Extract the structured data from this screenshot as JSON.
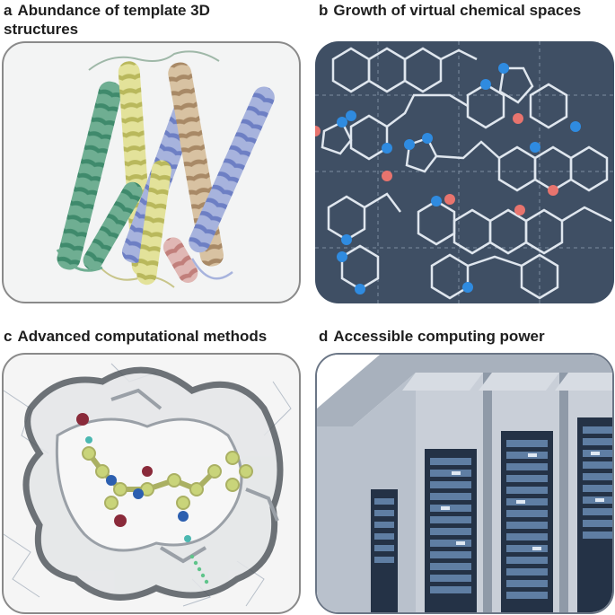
{
  "panels": [
    {
      "letter": "a",
      "title_line1": "Abundance of template 3D",
      "title_line2": "structures"
    },
    {
      "letter": "b",
      "title": "Growth of virtual chemical spaces"
    },
    {
      "letter": "c",
      "title": "Advanced computational methods"
    },
    {
      "letter": "d",
      "title": "Accessible computing power"
    }
  ],
  "colors": {
    "title_text": "#1e1e1e",
    "panel_border": "#8a8a8a",
    "chem_background": "#3f4f64",
    "chem_bond": "#dfe6ee",
    "atom_blue": "#2f8be0",
    "atom_red": "#e8746e",
    "ligand_green": "#c9d47a",
    "server_front": "#c9cfd8",
    "server_rack": "#243246"
  },
  "icons": [
    "protein-helix-icon",
    "molecule-network-icon",
    "docking-pocket-icon",
    "server-rack-icon"
  ]
}
